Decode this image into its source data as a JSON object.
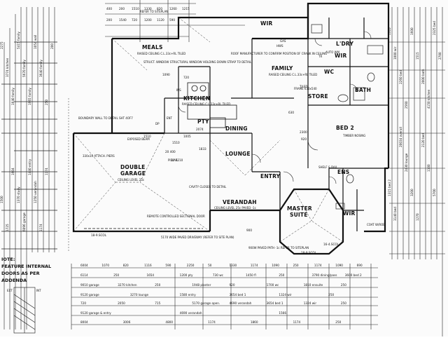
{
  "rooms": {
    "meals": "MEALS",
    "family": "FAMILY",
    "kitchen": "KITCHEN",
    "dining": "DINING",
    "lounge": "LOUNGE",
    "double_garage_1": "DOUBLE",
    "double_garage_2": "GARAGE",
    "verandah": "VERANDAH",
    "entry": "ENTRY",
    "master_1": "MASTER",
    "master_2": "SUITE",
    "bed2": "BED 2",
    "bath": "BATH",
    "ldry": "L'DRY",
    "wir_top": "WIR",
    "wir_top2": "WIR",
    "wir_bottom": "WIR",
    "ens": "ENS",
    "wc": "WC",
    "pty": "PTY",
    "store": "STORE"
  },
  "notes": {
    "meals_ceiling": "RAISED CEILING C.L.33c+RL TILED",
    "family_ceiling": "RAISED CEILING C.L.33c+RL TILED",
    "roof_mfr": "ROOF MANUFACTURER TO CONFIRM POSITION OF CRANK IN CEILING",
    "kitchen_ceiling": "RAISED CEILING C.L.33c+RL TILED",
    "garage_ceiling": "CEILING LEVEL 25c",
    "verandah_ceiling": "CEILING LEVEL 25c PAVED -1c",
    "remote_door": "REMOTE CONTROLLED SECTIONAL DOOR",
    "driveway": "5170 WIDE PAVED DRIVEWAY (REFER TO SITE PLAN)",
    "path": "900W PAVED PATH -1c REFER TO SITEPLAN",
    "refer_siteplan_top": "REFER TO SITEPLAN",
    "struct_window": "STRUCT. WINDOW STRUCTURAL WINDOW HOLDING DOWN STRAP TO DETAIL",
    "boundary_wall": "BOUNDARY WALL TO DETAIL SHT 4OF7",
    "exposed_beam": "EXPOSED BEAM",
    "cavity_closer": "CAVITY CLOSER TO DETAIL",
    "attach_piers": "330x10 ATTACH. PIERS",
    "tiled": "TILED",
    "timber_nosing": "TIMBER NOSING",
    "gas": "GAS",
    "hws": "HWS",
    "auto_wm": "AUTO WM",
    "tr": "TR",
    "shelf": "SHELF & RAIL",
    "coat_wrob": "COAT W/ROB",
    "dp": "DP",
    "ent": "ENT",
    "ins": "INS",
    "frame": "FRAME 630x540",
    "pillar": "PILLAR"
  },
  "left_note": {
    "line1": "IOTE:",
    "line2": "FEATURE INTERNAL",
    "line3": "DOORS AS PER",
    "line4": "ADDENDA"
  },
  "legend": {
    "ext": "EXT",
    "int": "INT"
  },
  "dim_rows": [
    {
      "items": [
        "6004",
        "1070",
        "820",
        "1116",
        "590",
        "2250",
        "50",
        "1330",
        "1174",
        "1090",
        "250",
        "1174",
        "1090",
        "690"
      ]
    },
    {
      "items": [
        "6114",
        "250",
        "1654",
        "1200 pty",
        "730 wc",
        "1450 fl",
        "250",
        "3790 dining/pass",
        "3600 bed 2"
      ]
    },
    {
      "items": [
        "9010 garage",
        "3270 kitchen",
        "250",
        "1948 planter",
        "920",
        "1700 wc",
        "1810 ensuite",
        "250"
      ]
    },
    {
      "items": [
        "9120 garage",
        "3270 lounge",
        "1580 entry",
        "3654 bed 1",
        "1324 wir",
        "250"
      ]
    },
    {
      "items": [
        "720",
        "2050",
        "715",
        "5170 garage open.",
        "4690 verandah",
        "3654 bed 1",
        "1324 wir",
        "250"
      ]
    },
    {
      "items": [
        "9120 garage & entry",
        "4690 verandah",
        "1566"
      ]
    },
    {
      "items": [
        "8004",
        "3006",
        "4800",
        "1174",
        "1860",
        "1174",
        "250"
      ]
    }
  ],
  "left_dims": [
    "2275",
    "3774 kitchen",
    "1640 family",
    "5415 family",
    "5670 family",
    "1665 family",
    "1054 wall",
    "3640 family",
    "250",
    "200",
    "1500",
    "1725",
    "1604",
    "1370 study",
    "6096 garage",
    "1440 entry",
    "1250 verandah",
    "1174",
    "1174"
  ],
  "right_dims": [
    "1310",
    "1000 wir",
    "2260 bed",
    "2560",
    "1600",
    "1515",
    "2000 bath",
    "4150 kitchen",
    "2325 bed",
    "2700",
    "1315 bed 2",
    "3140 bed",
    "20034 overall",
    "2430 lounge",
    "3200",
    "1270",
    "2120 bed",
    "1100",
    "5700"
  ],
  "top_dims": [
    "400",
    "200",
    "1510",
    "1330",
    "820",
    "1260",
    "1215",
    "200",
    "1540",
    "720",
    "1200",
    "1120",
    "590"
  ],
  "interior_dims": [
    "1090",
    "720",
    "1510",
    "1005",
    "2074",
    "1833",
    "1510",
    "20 400",
    "10 1210",
    "630",
    "2300",
    "920",
    "18-9.SCOL",
    "18-9.SCOL",
    "16-4.SCOL",
    "900"
  ]
}
